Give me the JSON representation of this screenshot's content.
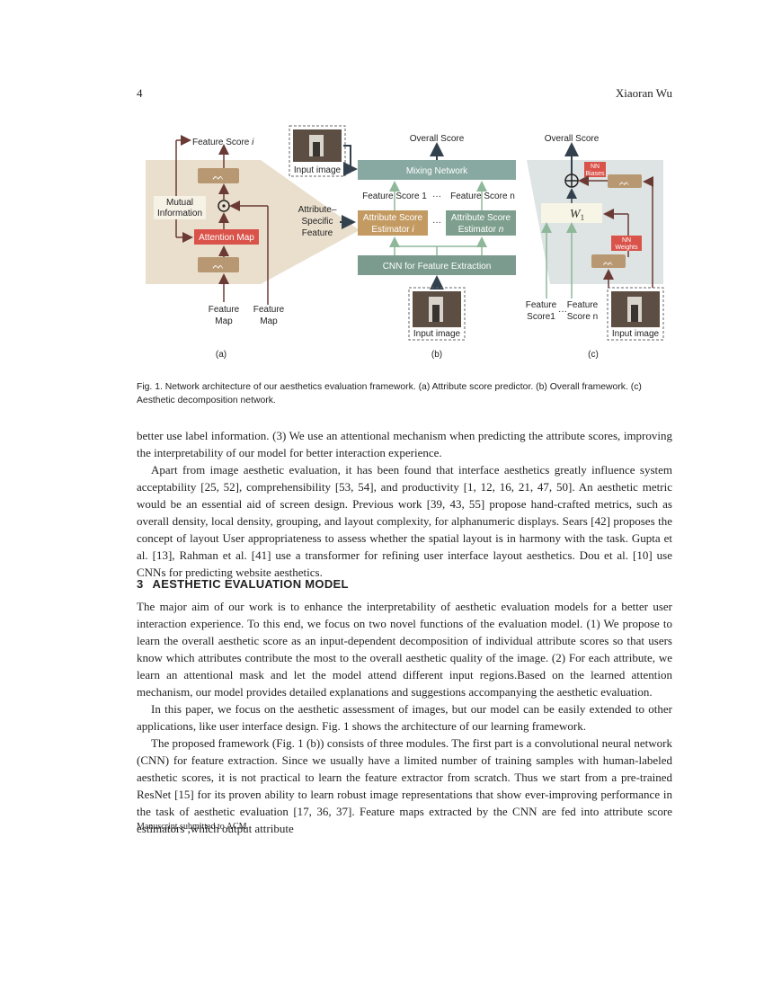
{
  "header": {
    "page_number": "4",
    "author": "Xiaoran Wu"
  },
  "figure": {
    "panel_a": {
      "feature_score_label": "Feature Score ",
      "feature_score_index": "i",
      "mutual_information": [
        "Mutual",
        "Information"
      ],
      "attention_map": "Attention Map",
      "feature_map_1": [
        "Feature",
        "Map"
      ],
      "feature_map_2": [
        "Feature",
        "Map"
      ],
      "label": "(a)"
    },
    "panel_b": {
      "overall_score": "Overall Score",
      "input_image_top": "Input image",
      "mixing_network": "Mixing Network",
      "feature_score_1": "Feature Score 1",
      "feature_score_dots": "···",
      "feature_score_n": "Feature Score n",
      "attribute_specific": [
        "Attribute–",
        "Specific",
        "Feature"
      ],
      "estimator_i": [
        "Attribute Score",
        "Estimator "
      ],
      "estimator_i_index": "i",
      "estimator_dots": "···",
      "estimator_n": [
        "Attribute Score",
        "Estimator "
      ],
      "estimator_n_index": "n",
      "cnn": "CNN for Feature Extraction",
      "input_image_bottom": "Input image",
      "label": "(b)"
    },
    "panel_c": {
      "overall_score": "Overall Score",
      "nn_biases": [
        "NN",
        "Biases"
      ],
      "w1": "W",
      "w1_sub": "1",
      "nn_weights": [
        "NN",
        "Weights"
      ],
      "feature_score1": [
        "Feature",
        "Score1"
      ],
      "dots": "···",
      "feature_score_n": [
        "Feature",
        "Score n"
      ],
      "input_image": "Input image",
      "label": "(c)"
    },
    "colors": {
      "panel_a_bg": "#eadfcd",
      "panel_c_bg": "#dde4e3",
      "teal": "#88a9a1",
      "brown_block": "#b89872",
      "estimator_i": "#c39a62",
      "estimator_n": "#7f9f8e",
      "cnn": "#7a9b8d",
      "red": "#d9534a",
      "arrow_dark": "#6b3a35",
      "arrow_green": "#8fb79a",
      "arrow_navy": "#33414f"
    }
  },
  "caption": "Fig. 1.  Network architecture of our aesthetics evaluation framework. (a) Attribute score predictor. (b) Overall framework. (c) Aesthetic decomposition network.",
  "paragraphs_top": [
    "better use label information. (3) We use an attentional mechanism when predicting the attribute scores, improving the interpretability of our model for better interaction experience.",
    "Apart from image aesthetic evaluation, it has been found that interface aesthetics greatly influence system acceptability [25, 52], comprehensibility [53, 54], and productivity [1, 12, 16, 21, 47, 50]. An aesthetic metric would be an essential aid of screen design. Previous work [39, 43, 55] propose hand-crafted metrics, such as overall density, local density, grouping, and layout complexity, for alphanumeric displays. Sears [42] proposes the concept of layout User appropriateness to assess whether the spatial layout is in harmony with the task. Gupta et al. [13], Rahman et al. [41] use a transformer for refining user interface layout aesthetics. Dou et al. [10] use CNNs for predicting website aesthetics."
  ],
  "section": {
    "number": "3",
    "title": "AESTHETIC EVALUATION MODEL"
  },
  "paragraphs_bottom": [
    "The major aim of our work is to enhance the interpretability of aesthetic evaluation models for a better user interaction experience. To this end, we focus on two novel functions of the evaluation model. (1) We propose to learn the overall aesthetic score as an input-dependent decomposition of individual attribute scores so that users know which attributes contribute the most to the overall aesthetic quality of the image. (2) For each attribute, we learn an attentional mask and let the model attend different input regions.Based on the learned attention mechanism, our model provides detailed explanations and suggestions accompanying the aesthetic evaluation.",
    "In this paper, we focus on the aesthetic assessment of images, but our model can be easily extended to other applications, like user interface design. Fig. 1 shows the architecture of our learning framework.",
    "The proposed framework (Fig. 1 (b)) consists of three modules. The first part is a convolutional neural network (CNN) for feature extraction. Since we usually have a limited number of training samples with human-labeled aesthetic scores, it is not practical to learn the feature extractor from scratch. Thus we start from a pre-trained ResNet [15] for its proven ability to learn robust image representations that show ever-improving performance in the task of aesthetic evaluation [17, 36, 37]. Feature maps extracted by the CNN are fed into attribute score estimators ,which output attribute"
  ],
  "footer": "Manuscript submitted to ACM"
}
